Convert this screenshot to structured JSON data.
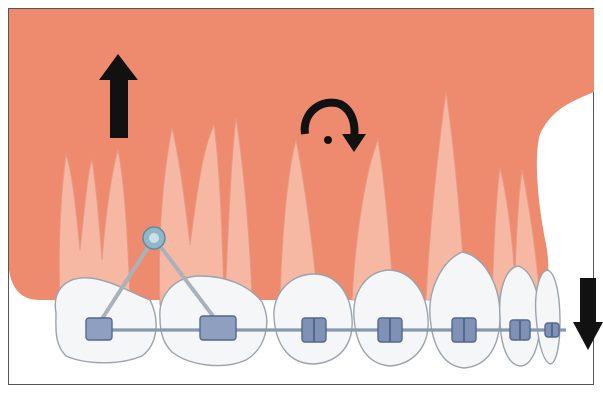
{
  "figure": {
    "labels": [],
    "colors": {
      "gum": "#ee8b6f",
      "root": "#f7b8a3",
      "crown": "#f5f6f8",
      "crown_outline": "#9aa3ad",
      "bracket": "#7f92b6",
      "bracket_dark": "#54678f",
      "archwire": "#8a97b0",
      "tube": "#8e9fc0",
      "chain": "#a9b1ba",
      "miniscrew": "#8fb7c9",
      "arrow": "#111111"
    },
    "arrows": [
      {
        "name": "intrusion-arrow-up",
        "direction": "up"
      },
      {
        "name": "extrusion-arrow-down",
        "direction": "down"
      },
      {
        "name": "rotation-arrow-clockwise",
        "direction": "clockwise"
      }
    ],
    "icons": [
      "arrow-up-icon",
      "arrow-down-icon",
      "rotation-arrow-icon",
      "miniscrew-icon"
    ]
  }
}
